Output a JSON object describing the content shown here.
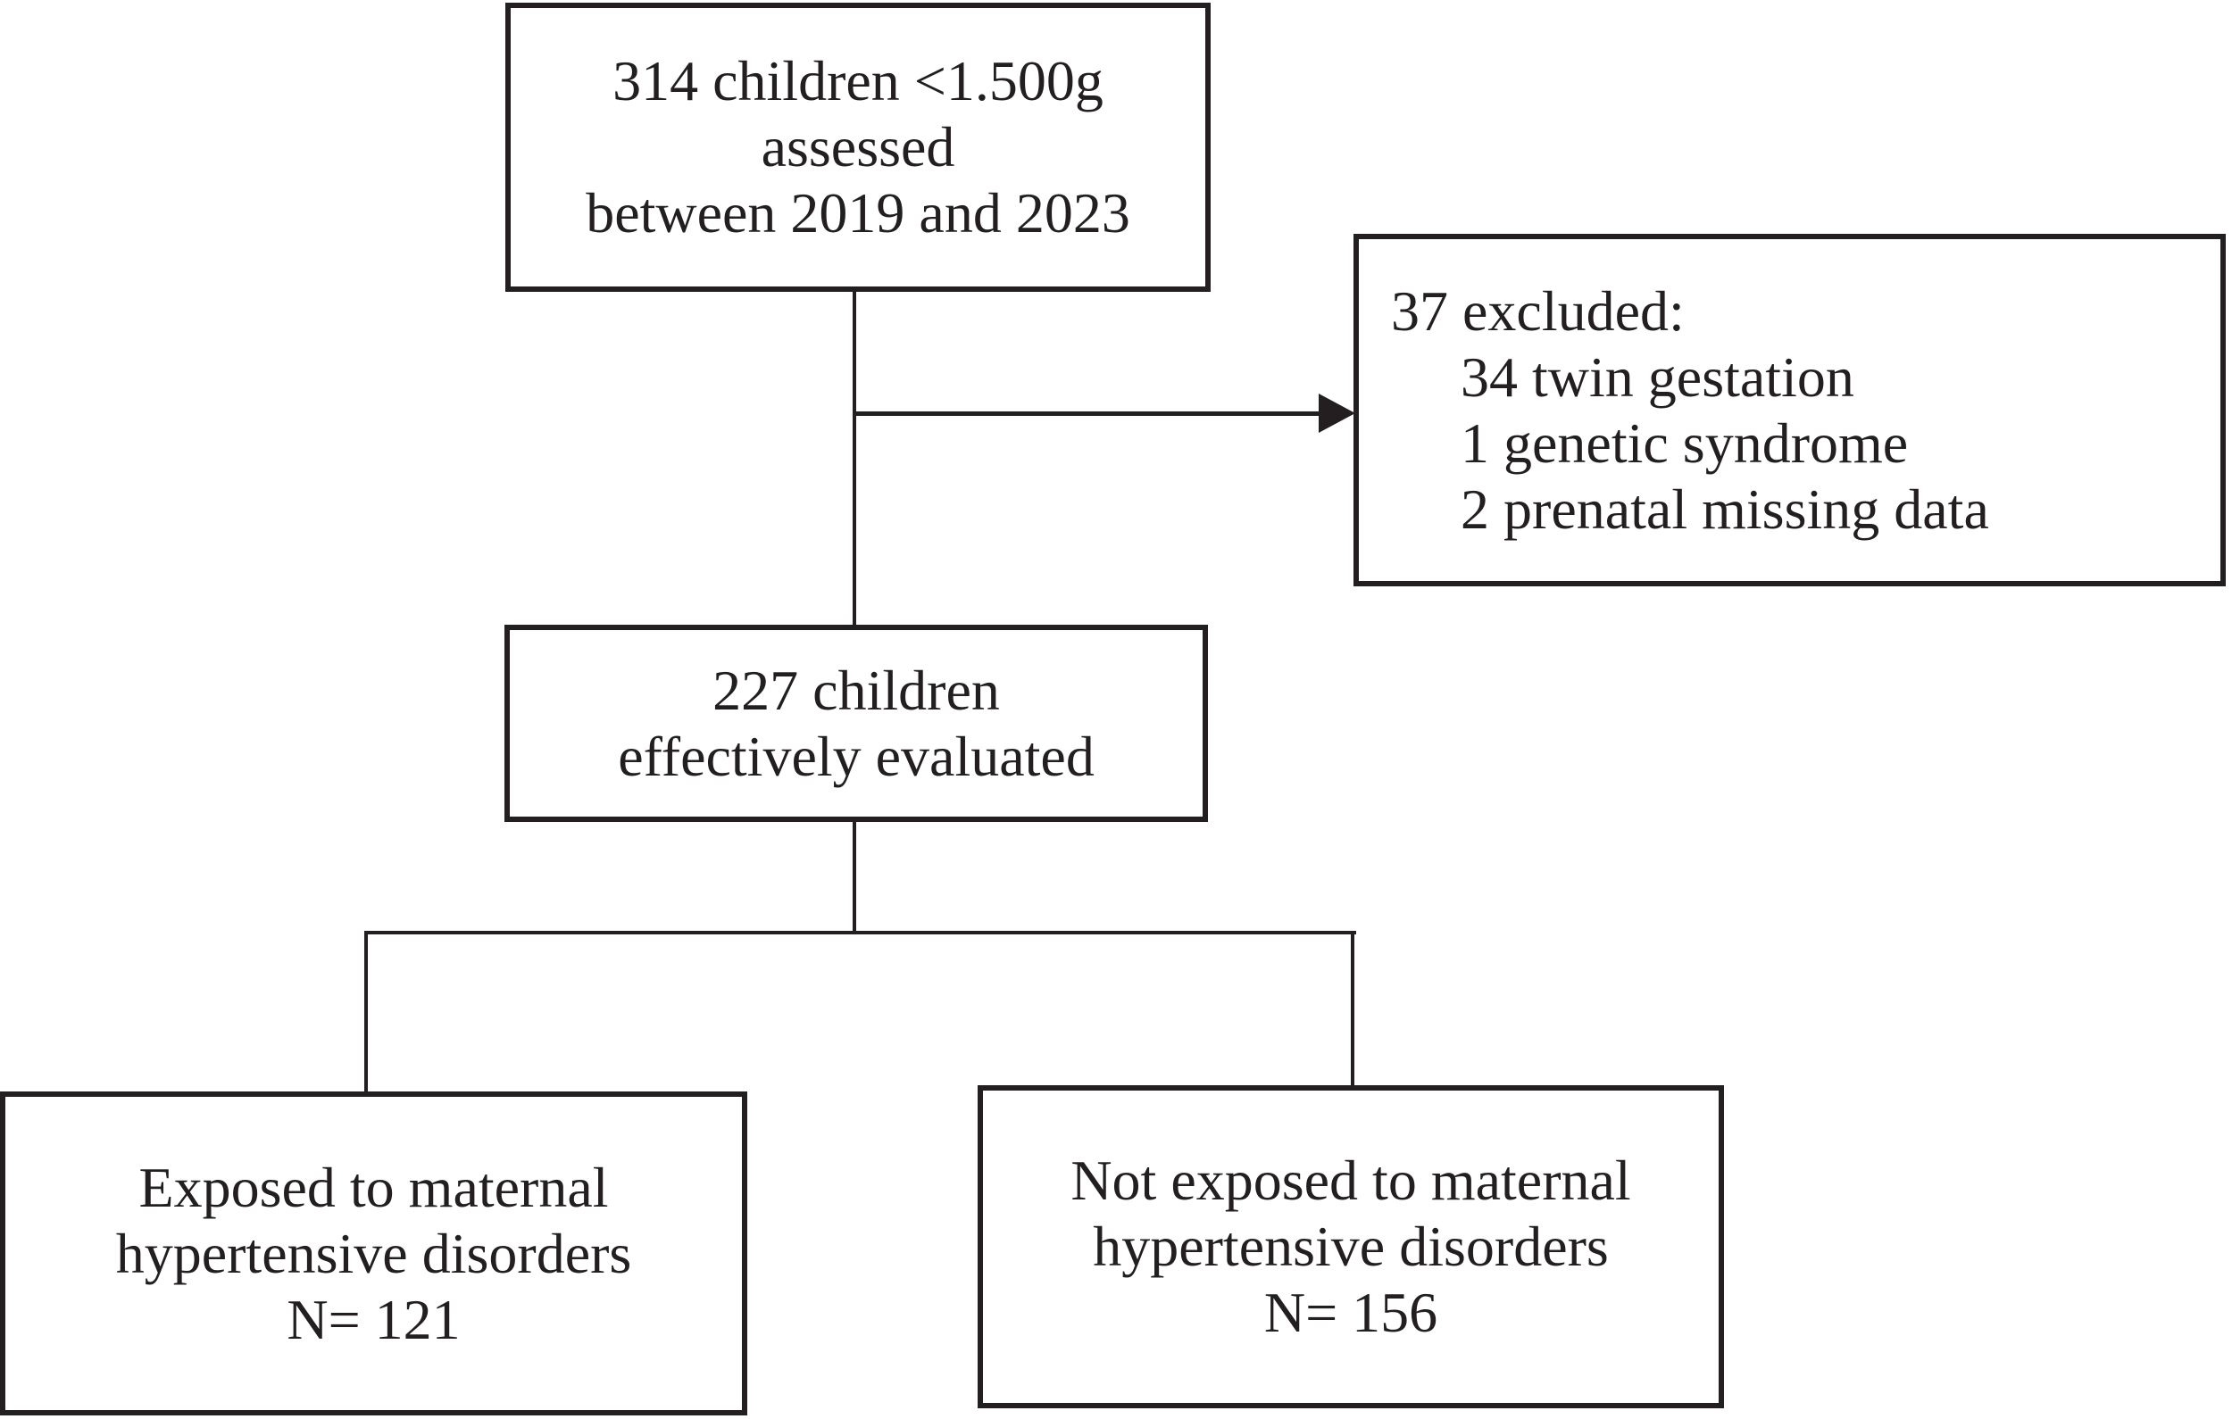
{
  "diagram": {
    "boxes": {
      "assessed": {
        "lines": [
          "314 children <1.500g",
          "assessed",
          "between 2019 and 2023"
        ]
      },
      "excluded": {
        "title": "37 excluded:",
        "items": [
          "34 twin gestation",
          "1 genetic syndrome",
          "2 prenatal missing data"
        ]
      },
      "evaluated": {
        "lines": [
          "227 children",
          "effectively evaluated"
        ]
      },
      "exposed": {
        "lines": [
          "Exposed to maternal",
          "hypertensive disorders",
          "N= 121"
        ]
      },
      "not_exposed": {
        "lines": [
          "Not exposed to maternal",
          "hypertensive disorders",
          "N= 156"
        ]
      }
    },
    "colors": {
      "line": "#231f20",
      "text": "#231f20",
      "background": "#ffffff"
    }
  }
}
